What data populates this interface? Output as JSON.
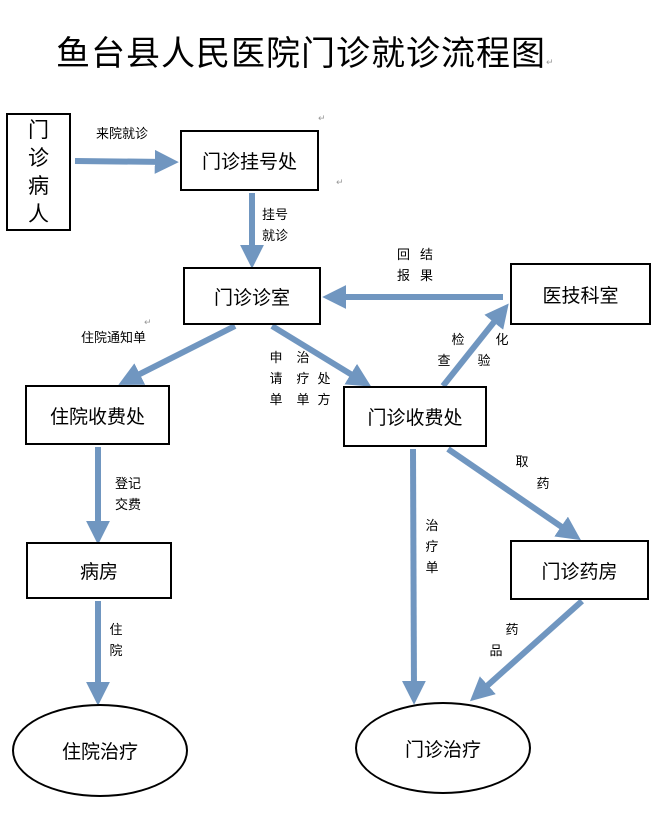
{
  "title": "鱼台县人民医院门诊就诊流程图",
  "colors": {
    "arrow": "#7096c0",
    "border": "#000000"
  },
  "nodes": {
    "patient": "门诊病人",
    "registration": "门诊挂号处",
    "consult_room": "门诊诊室",
    "medtech": "医技科室",
    "inpatient_cashier": "住院收费处",
    "outpatient_cashier": "门诊收费处",
    "ward": "病房",
    "pharmacy": "门诊药房",
    "inpatient_treatment": "住院治疗",
    "outpatient_treatment": "门诊治疗"
  },
  "edges": [
    {
      "from": "patient",
      "to": "registration",
      "label": "来院就诊"
    },
    {
      "from": "registration",
      "to": "consult_room",
      "label": "挂号就诊"
    },
    {
      "from": "medtech",
      "to": "consult_room",
      "label": "回报结果"
    },
    {
      "from": "consult_room",
      "to": "inpatient_cashier",
      "label": "住院通知单"
    },
    {
      "from": "consult_room",
      "to": "outpatient_cashier",
      "label": "申请单 治疗单 处方"
    },
    {
      "from": "outpatient_cashier",
      "to": "medtech",
      "label": "检查 化验"
    },
    {
      "from": "inpatient_cashier",
      "to": "ward",
      "label": "登记交费"
    },
    {
      "from": "outpatient_cashier",
      "to": "outpatient_treatment",
      "label": "治疗单"
    },
    {
      "from": "outpatient_cashier",
      "to": "pharmacy",
      "label": "取药"
    },
    {
      "from": "ward",
      "to": "inpatient_treatment",
      "label": "住院"
    },
    {
      "from": "pharmacy",
      "to": "outpatient_treatment",
      "label": "药品"
    }
  ],
  "labels": {
    "visit": "来院就诊",
    "reg1": "挂号",
    "reg2": "就诊",
    "report_col1": [
      "回",
      "报"
    ],
    "report_col2": [
      "结",
      "果"
    ],
    "admission_notice": "住院通知单",
    "req_col1": [
      "申",
      "请",
      "单"
    ],
    "req_col2": [
      "治",
      "疗",
      "单"
    ],
    "req_col3": [
      "处",
      "方"
    ],
    "exam_col1": [
      "检",
      "查"
    ],
    "exam_col2": [
      "化",
      "验"
    ],
    "pay1": "登记",
    "pay2": "交费",
    "treat_sheet": [
      "治",
      "疗",
      "单"
    ],
    "take_med": [
      "取",
      "药"
    ],
    "hospitalize": [
      "住",
      "院"
    ],
    "medicine": [
      "药",
      "品"
    ]
  }
}
